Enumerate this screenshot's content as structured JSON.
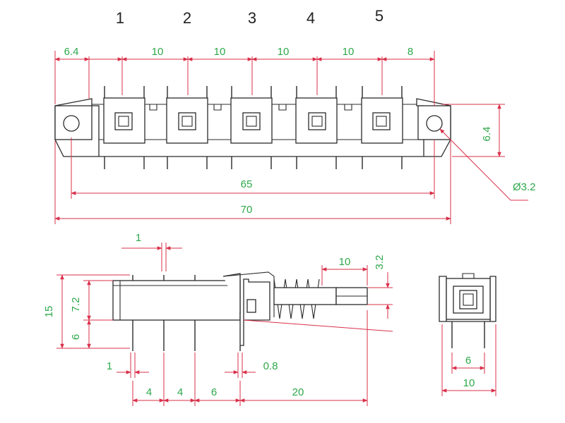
{
  "switch_numbers": [
    "1",
    "2",
    "3",
    "4",
    "5"
  ],
  "top_view": {
    "edge_to_first": "6.4",
    "pitch": [
      "10",
      "10",
      "10",
      "10"
    ],
    "last_to_edge": "8",
    "height": "6.4",
    "hole_spacing": "65",
    "overall_length": "70",
    "hole_diameter": "Ø3.2"
  },
  "side_view": {
    "pin_thickness_top": "1",
    "plunger_travel": "10",
    "plunger_height": "3.2",
    "body_height": "15",
    "upper_height": "7.2",
    "lower_height": "6",
    "pin_width": "1",
    "frame_pin": "0.8",
    "pin_spacing": [
      "4",
      "4",
      "6"
    ],
    "plunger_length": "20"
  },
  "end_view": {
    "pin_spacing": "6",
    "width": "10"
  },
  "colors": {
    "outline": "#2b2b2b",
    "dimension_line": "#d9304a",
    "dimension_text": "#2ea84a"
  }
}
